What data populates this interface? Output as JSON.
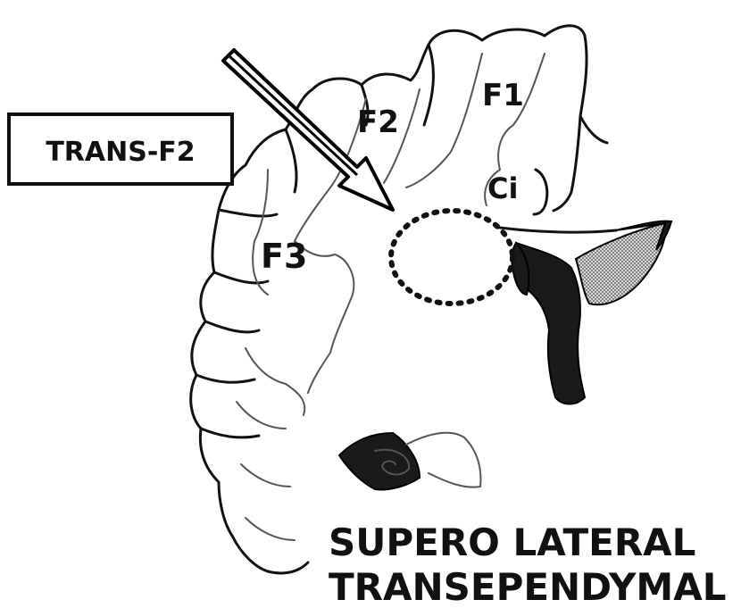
{
  "diagram": {
    "approach_box_label": "TRANS-F2",
    "gyrus_labels": {
      "f1": "F1",
      "f2": "F2",
      "f3": "F3",
      "ci": "Ci"
    },
    "caption_line1": "SUPERO LATERAL",
    "caption_line2": "TRANSEPENDYMAL"
  }
}
